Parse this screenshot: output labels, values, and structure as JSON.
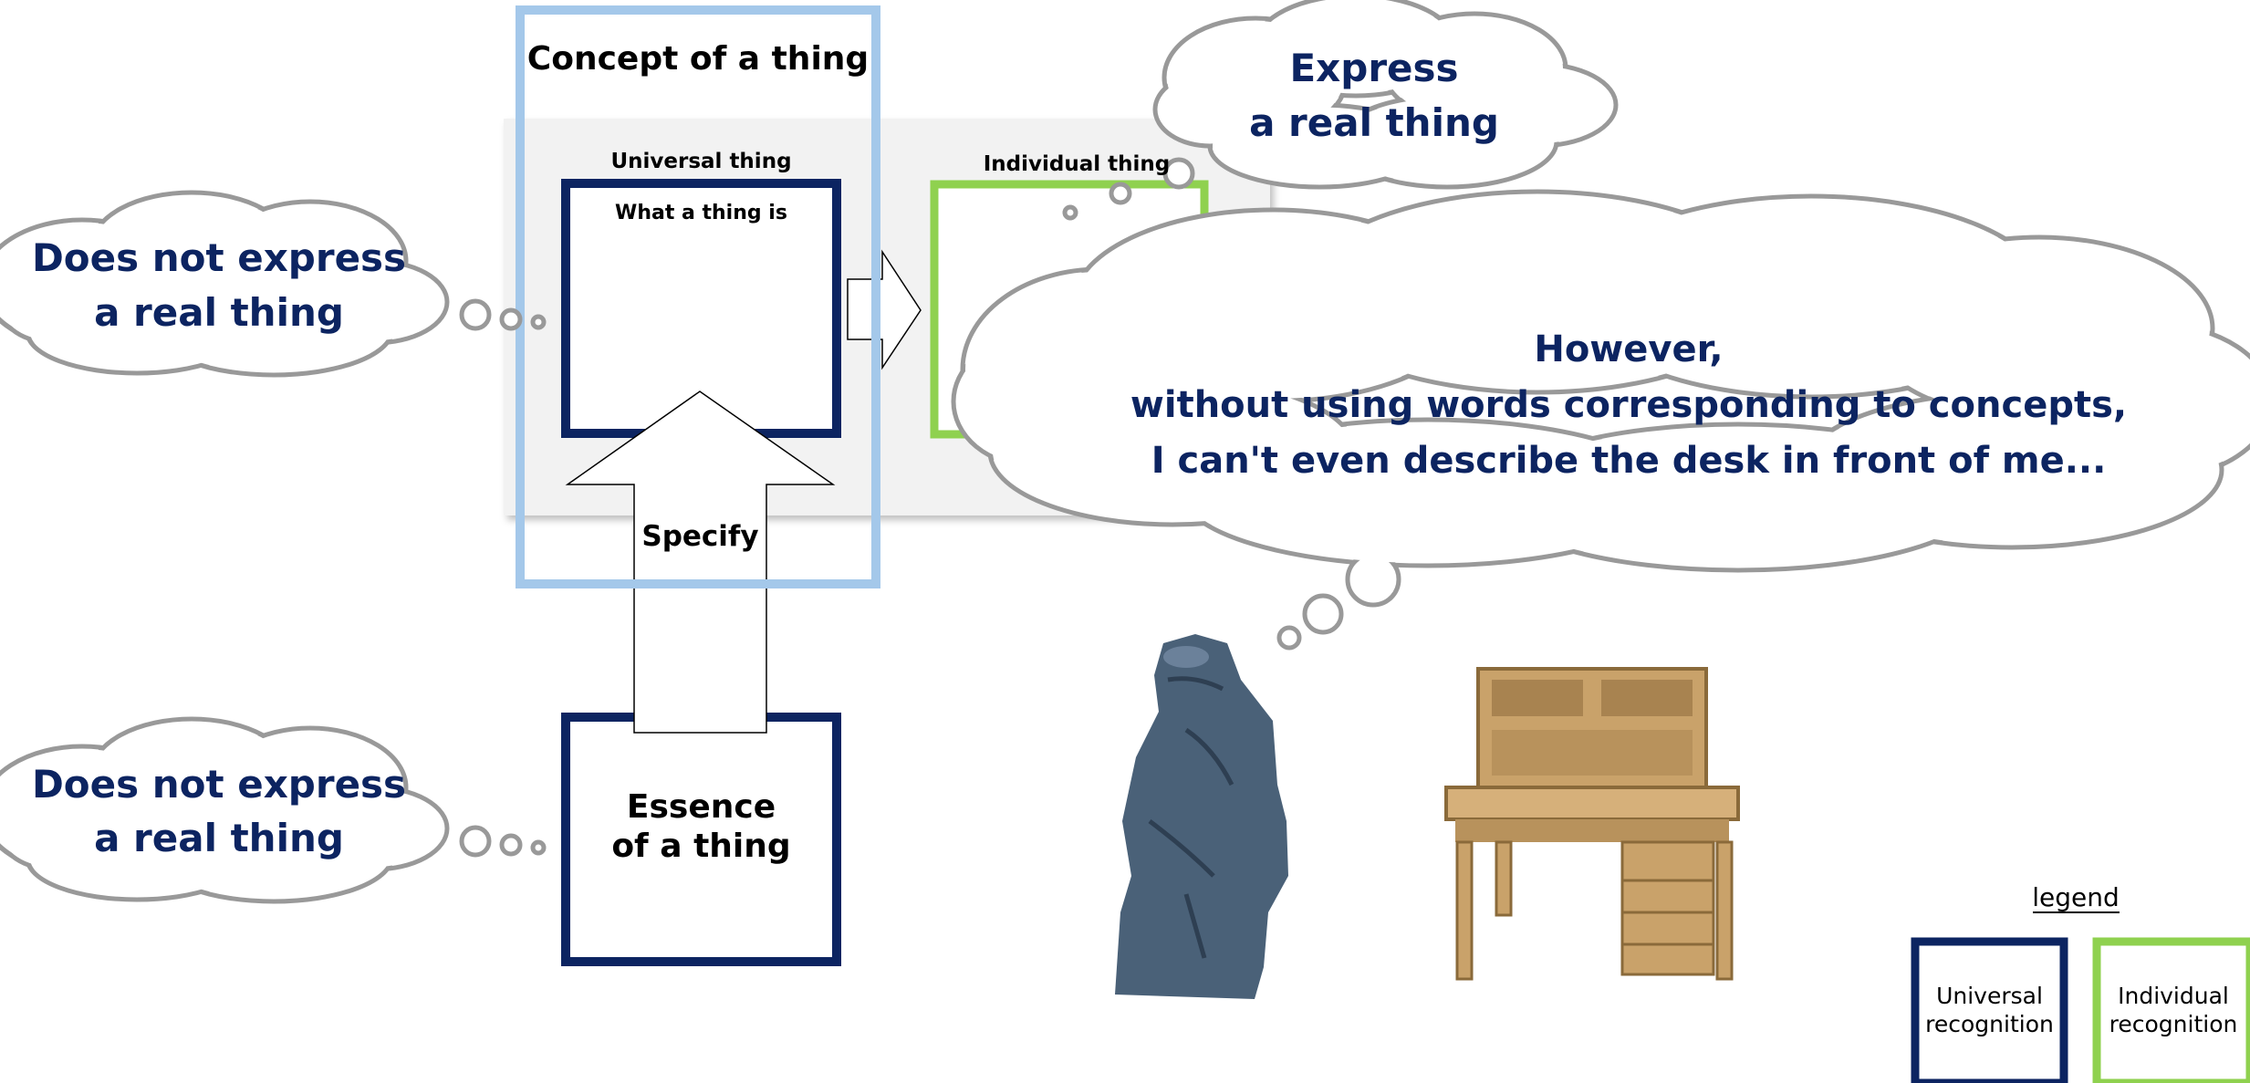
{
  "concept_title": "Concept of a thing",
  "universal_label": "Universal thing",
  "universal_inner": "What a thing is",
  "individual_label": "Individual thing",
  "specify_label": "Specify",
  "essence_line1": "Essence",
  "essence_line2": "of a thing",
  "bubble_top_left": {
    "line1": "Does not express",
    "line2": "a real thing"
  },
  "bubble_bottom_left": {
    "line1": "Does not express",
    "line2": "a real thing"
  },
  "bubble_top_right": {
    "line1": "Express",
    "line2": "a real thing"
  },
  "bubble_big": {
    "line1": "However,",
    "line2": "without using words corresponding to concepts,",
    "line3": "I can't even describe the desk in front of me..."
  },
  "legend": {
    "title": "legend",
    "universal_line1": "Universal",
    "universal_line2": "recognition",
    "individual_line1": "Individual",
    "individual_line2": "recognition"
  },
  "colors": {
    "universal_border": "#0c2461",
    "individual_border": "#8fd14f",
    "concept_border": "#a4c8ea",
    "panel_fill": "#f2f2f2",
    "bubble_text": "#0c2461",
    "cloud_stroke": "#999999",
    "statue": "#4a6178",
    "desk": "#c9a26a"
  },
  "icons": {
    "thinker": "thinker-statue-illustration",
    "desk": "wooden-desk-illustration"
  }
}
